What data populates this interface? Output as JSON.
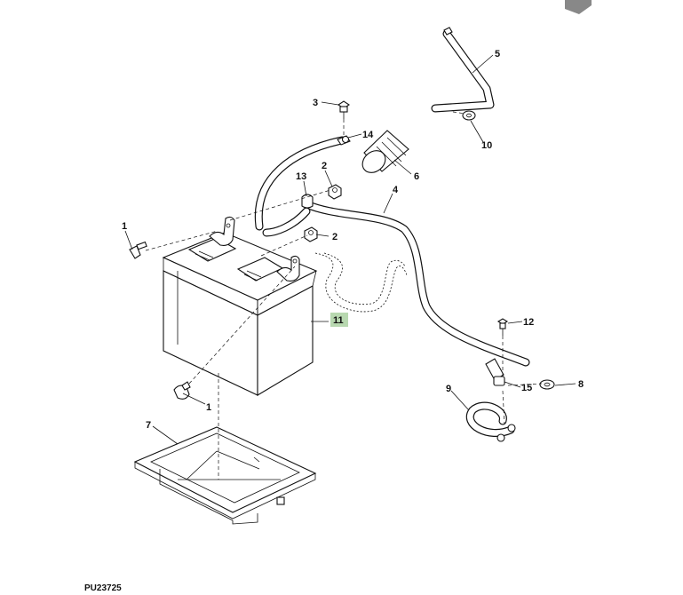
{
  "diagram": {
    "figure_code": "PU23725",
    "colors": {
      "line": "#111111",
      "highlight": "#b8d8b0",
      "corner_arrow": "#888888"
    },
    "callouts": [
      {
        "id": "c1a",
        "text": "1"
      },
      {
        "id": "c1b",
        "text": "1"
      },
      {
        "id": "c2a",
        "text": "2"
      },
      {
        "id": "c2b",
        "text": "2"
      },
      {
        "id": "c3",
        "text": "3"
      },
      {
        "id": "c4",
        "text": "4"
      },
      {
        "id": "c5",
        "text": "5"
      },
      {
        "id": "c6",
        "text": "6"
      },
      {
        "id": "c7",
        "text": "7"
      },
      {
        "id": "c8",
        "text": "8"
      },
      {
        "id": "c9",
        "text": "9"
      },
      {
        "id": "c10",
        "text": "10"
      },
      {
        "id": "c11",
        "text": "11",
        "highlighted": true
      },
      {
        "id": "c12",
        "text": "12"
      },
      {
        "id": "c13",
        "text": "13"
      },
      {
        "id": "c14",
        "text": "14"
      },
      {
        "id": "c15",
        "text": "15"
      }
    ]
  }
}
